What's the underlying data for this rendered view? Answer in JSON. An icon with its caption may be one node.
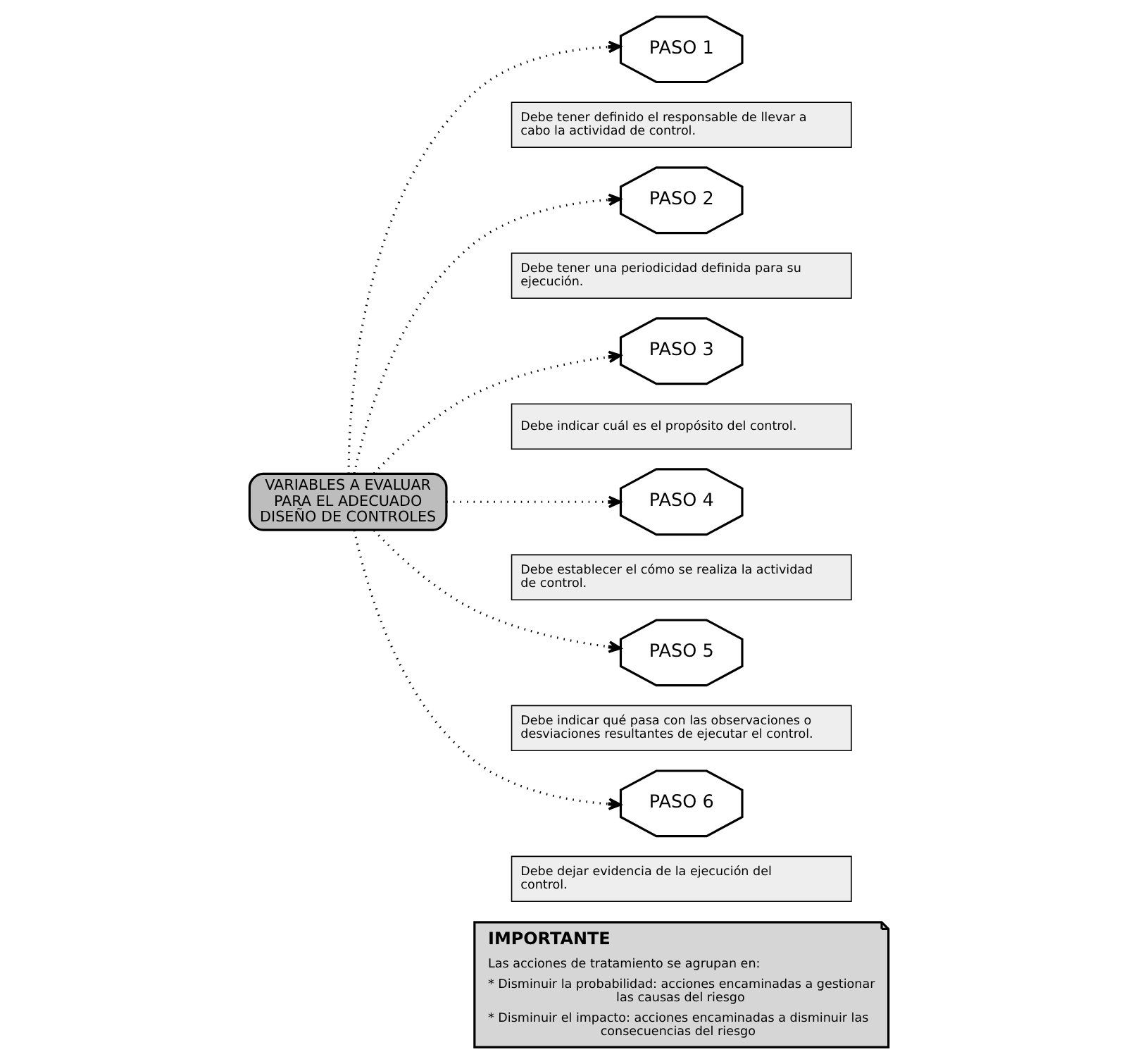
{
  "diagram": {
    "nodes": [
      {
        "text": [
          "VARIABLES A EVALUAR PARA EL ADECUADO DISEÑO DE CONTROLES"
        ]
      },
      {
        "text": [
          "PASO 1"
        ]
      },
      {
        "text": [
          "Debe tener definido el responsable de llevar a cabo la actividad de control."
        ]
      },
      {
        "text": [
          "PASO 2"
        ]
      },
      {
        "text": [
          "Debe tener una periodicidad definida para su ejecución."
        ]
      },
      {
        "text": [
          "PASO 3"
        ]
      },
      {
        "text": [
          "Debe indicar cuál es el propósito del control."
        ]
      },
      {
        "text": [
          "PASO 4"
        ]
      },
      {
        "text": [
          "Debe establecer el cómo se realiza la actividad de control."
        ]
      },
      {
        "text": [
          "PASO 5"
        ]
      },
      {
        "text": [
          "Debe indicar qué pasa con las observaciones o desviaciones resultantes de ejecutar el control."
        ]
      },
      {
        "text": [
          "PASO 6"
        ]
      },
      {
        "text": [
          "Debe dejar evidencia de la ejecución del control."
        ]
      },
      {
        "text": [
          "IMPORTANTE",
          "Las acciones de tratamiento se agrupan en:",
          "* Disminuir la probabilidad: acciones encaminadas a gestionar las causas del riesgo",
          "* Disminuir el impacto: acciones encaminadas a disminuir las consecuencias del riesgo"
        ]
      }
    ],
    "edges": [
      {
        "from": 0,
        "to": 1,
        "arrow": "to",
        "style": "dashed"
      },
      {
        "from": 0,
        "to": 3,
        "arrow": "to",
        "style": "dashed"
      },
      {
        "from": 0,
        "to": 5,
        "arrow": "to",
        "style": "dashed"
      },
      {
        "from": 0,
        "to": 7,
        "arrow": "to",
        "style": "dashed"
      },
      {
        "from": 0,
        "to": 9,
        "arrow": "to",
        "style": "dashed"
      },
      {
        "from": 0,
        "to": 11,
        "arrow": "to",
        "style": "dashed"
      }
    ]
  }
}
